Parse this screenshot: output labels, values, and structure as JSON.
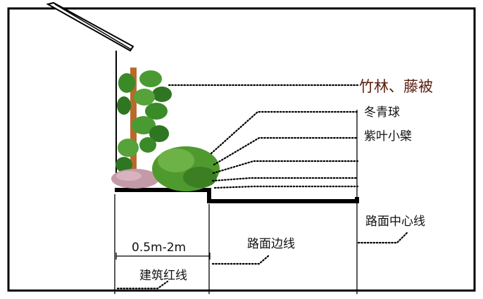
{
  "labels": {
    "bamboo_wisteria": "竹林、藤被",
    "holly_ball": "冬青球",
    "purple_barberry": "紫叶小檗",
    "width_range": "0.5m-2m",
    "road_edge_line": "路面边线",
    "road_center_line": "路面中心线",
    "building_red_line": "建筑红线"
  },
  "colors": {
    "frame": "#000000",
    "highlight_label": "#5a1e10",
    "trellis": "#b86a2c",
    "foliage": "#3f8f2a",
    "shrub": "#4f9a2e",
    "groundcover": "#c49aa8"
  }
}
